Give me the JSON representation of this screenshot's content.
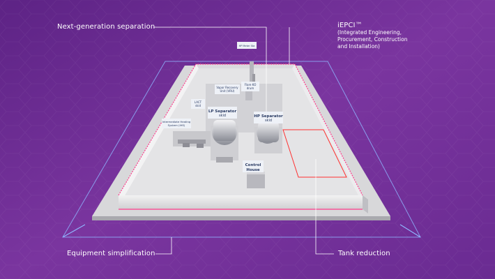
{
  "callouts": {
    "separation": "Next-generation separation",
    "iepci_title": "iEPCI™",
    "iepci_line1": "(Integrated Engineering,",
    "iepci_line2": "Procurement, Construction",
    "iepci_line3": "and Installation)",
    "equipment": "Equipment simplification",
    "tank": "Tank reduction"
  },
  "equipment_labels": {
    "hp_meter": "HP Meter Sta",
    "vapor_recovery_1": "Vapor Recovery",
    "vapor_recovery_2": "Unit (VRU)",
    "flare_1": "Flare KO",
    "flare_2": "drum",
    "lact_1": "LACT",
    "lact_2": "skid",
    "lp_sep_1": "LP Separator",
    "lp_sep_2": "skid",
    "hp_sep_1": "HP Separator",
    "hp_sep_2": "skid",
    "heating_1": "Intermediate Heating",
    "heating_2": "System (IHS)",
    "control_1": "Control",
    "control_2": "House"
  },
  "colors": {
    "bg_top": "#6b2a8e",
    "bg_bottom": "#7e3aa6",
    "accent_pink": "#ff3c8c",
    "guide_blue": "#8fb6ff",
    "label_box": "#eef1f7",
    "label_text": "#2a3b63"
  }
}
